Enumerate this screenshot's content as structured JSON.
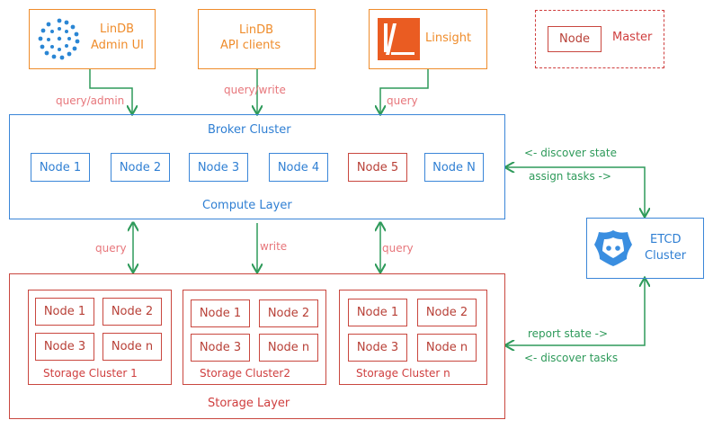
{
  "clients": {
    "admin": {
      "line1": "LinDB",
      "line2": "Admin UI"
    },
    "api": {
      "line1": "LinDB",
      "line2": "API clients"
    },
    "linsight": {
      "label": "Linsight"
    }
  },
  "legend": {
    "node": "Node",
    "master": "Master"
  },
  "edges": {
    "query_admin": "query/admin",
    "query_write": "query/write",
    "query_top": "query",
    "query_left": "query",
    "write_mid": "write",
    "query_right": "query"
  },
  "broker": {
    "title": "Broker Cluster",
    "footer": "Compute Layer",
    "nodes": [
      "Node 1",
      "Node 2",
      "Node 3",
      "Node 4",
      "Node 5",
      "Node N"
    ]
  },
  "etcd": {
    "line1": "ETCD",
    "line2": "Cluster",
    "discover_state": "<- discover state",
    "assign_tasks": "assign tasks ->",
    "report_state": "report state ->",
    "discover_tasks": "<- discover tasks"
  },
  "storage": {
    "footer": "Storage Layer",
    "clusters": [
      {
        "name": "Storage Cluster 1",
        "nodes": [
          "Node 1",
          "Node 2",
          "Node 3",
          "Node n"
        ]
      },
      {
        "name": "Storage Cluster2",
        "nodes": [
          "Node 1",
          "Node 2",
          "Node 3",
          "Node n"
        ]
      },
      {
        "name": "Storage Cluster n",
        "nodes": [
          "Node 1",
          "Node 2",
          "Node 3",
          "Node n"
        ]
      }
    ]
  },
  "colors": {
    "orange": "#ef8c2b",
    "blue": "#3b86d8",
    "red": "#c9473f",
    "green": "#2e9a5a",
    "pink": "#e7767b"
  },
  "icons": {
    "admin_logo": "lindb-dots-logo",
    "linsight_logo": "linsight-logo",
    "etcd_logo": "etcd-logo"
  }
}
